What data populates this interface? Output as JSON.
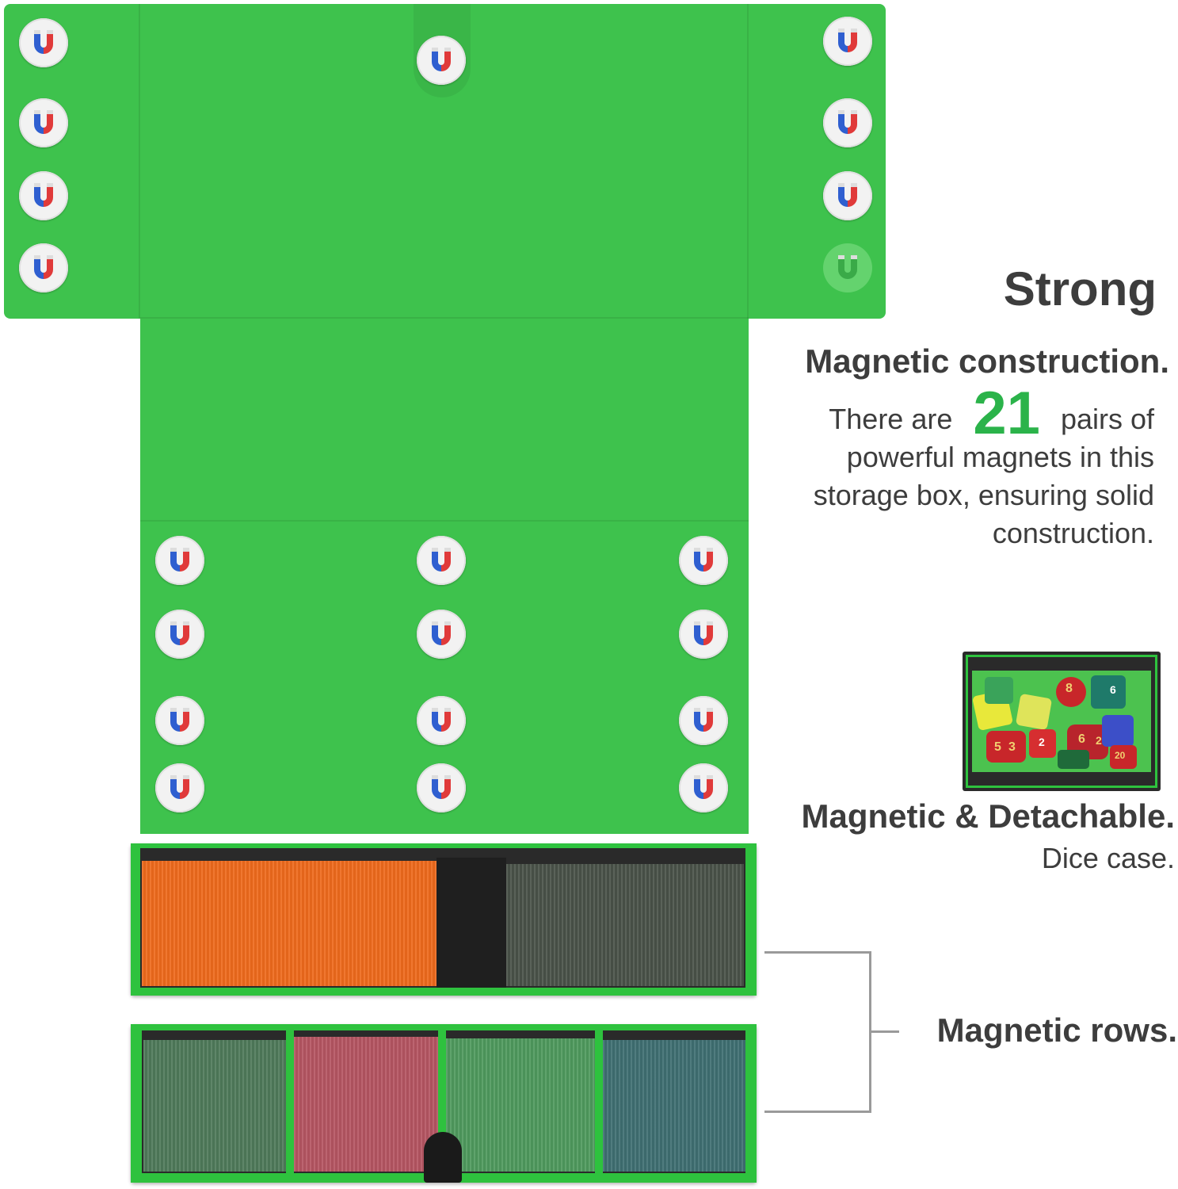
{
  "headline": {
    "title": "Strong",
    "subtitle": "Magnetic construction."
  },
  "magnet_description": {
    "prefix": "There are",
    "count": "21",
    "suffix": "pairs of",
    "line2": "powerful magnets in this",
    "line3": "storage box, ensuring solid",
    "line4": "construction."
  },
  "dice_case": {
    "title": "Magnetic & Detachable.",
    "subtitle": "Dice case."
  },
  "rows": {
    "label": "Magnetic rows."
  },
  "dice_numbers": [
    "8",
    "5",
    "3",
    "2",
    "6",
    "2",
    "20",
    "6"
  ],
  "colors": {
    "felt_green": "#3ec24d",
    "accent_green": "#2bb34a",
    "text_dark": "#3d3d3d",
    "magnet_red": "#e03a3a",
    "magnet_blue": "#2f5fd0",
    "tray_black": "#2a2a2a"
  },
  "icons": {
    "magnet": "horseshoe-magnet-icon"
  }
}
